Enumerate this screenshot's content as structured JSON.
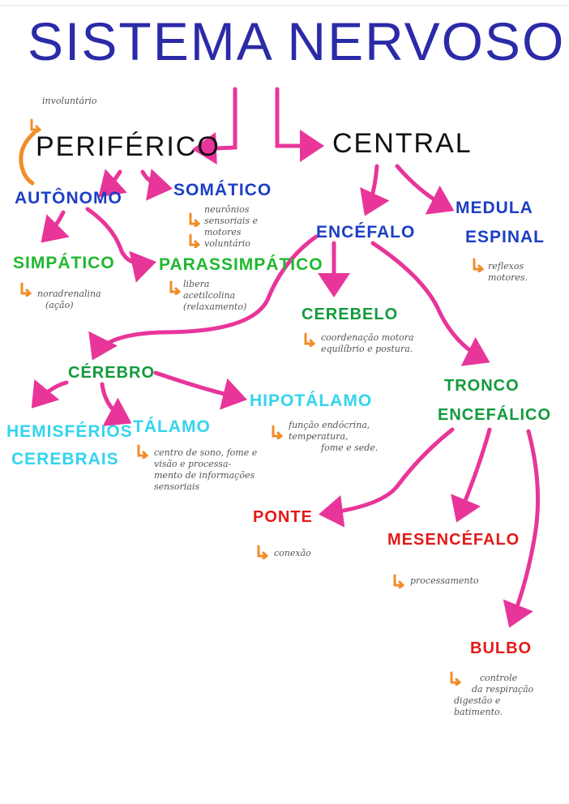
{
  "title": "SISTEMA NERVOSO",
  "nodes": {
    "periferico": "PERIFÉRICO",
    "central": "CENTRAL",
    "autonomo": "AUTÔNOMO",
    "somatico": "SOMÁTICO",
    "simpatico": "SIMPÁTICO",
    "parassimpatico": "PARASSIMPÁTICO",
    "encefalo": "ENCÉFALO",
    "medula_line1": "MEDULA",
    "medula_line2": "ESPINAL",
    "cerebelo": "CEREBELO",
    "cerebro": "CÉREBRO",
    "hipotalamo": "HIPOTÁLAMO",
    "tronco_line1": "TRONCO",
    "tronco_line2": "ENCEFÁLICO",
    "hemisferios_line1": "HEMISFÉRIOS",
    "hemisferios_line2": "CEREBRAIS",
    "talamo": "TÁLAMO",
    "ponte": "PONTE",
    "mesencefalo": "MESENCÉFALO",
    "bulbo": "BULBO"
  },
  "notes": {
    "periferico": [
      "involuntário"
    ],
    "somatico": [
      "neurônios",
      "sensoriais e",
      "motores",
      "voluntário"
    ],
    "simpatico": [
      "noradrenalina",
      "(ação)"
    ],
    "parassimpatico": [
      "libera",
      "acetilcolina",
      "(relaxamento)"
    ],
    "medula": [
      "reflexos",
      "motores."
    ],
    "cerebelo": [
      "coordenação motora",
      "equilíbrio e postura."
    ],
    "hipotalamo": [
      "função endócrina,",
      "temperatura,",
      "fome e sede."
    ],
    "talamo": [
      "centro de sono, fome e",
      "visão e processa-",
      "mento de informações",
      "sensoriais"
    ],
    "ponte": [
      "conexão"
    ],
    "mesencefalo": [
      "processamento"
    ],
    "bulbo": [
      "controle",
      "da respiração",
      "digestão e",
      "batimento."
    ]
  },
  "colors": {
    "title": "#2b2aa8",
    "arrow": "#e8359a",
    "bullet": "#f28c28",
    "blue": "#1c3fc4",
    "green": "#1fb82f",
    "dark_green": "#119a3c",
    "cyan": "#33d4ee",
    "red": "#e31a1a"
  },
  "icons": {
    "note_bullet": "orange-hook-arrow-icon"
  }
}
